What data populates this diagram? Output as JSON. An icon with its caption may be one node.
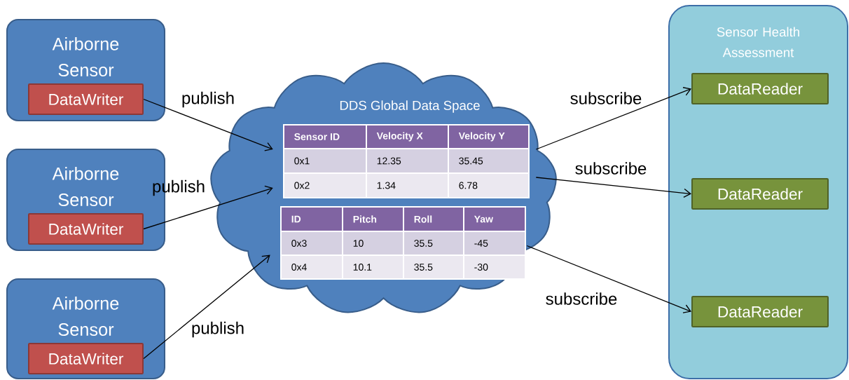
{
  "diagram": {
    "nodes": [
      {
        "text": [
          "Airborne Sensor"
        ]
      },
      {
        "text": [
          "DataWriter"
        ],
        "in": 0
      },
      {
        "text": [
          "Airborne Sensor"
        ]
      },
      {
        "text": [
          "DataWriter"
        ],
        "in": 2
      },
      {
        "text": [
          "Airborne Sensor"
        ]
      },
      {
        "text": [
          "DataWriter"
        ],
        "in": 4
      },
      {
        "text": [
          "DDS Global Data Space"
        ]
      },
      {
        "text": [
          "Sensor ID",
          "Velocity X",
          "Velocity Y",
          "0x1",
          "12.35",
          "35.45",
          "0x2",
          "1.34",
          "6.78"
        ],
        "in": 6
      },
      {
        "text": [
          "ID",
          "Pitch",
          "Roll",
          "Yaw",
          "0x3",
          "10",
          "35.5",
          "-45",
          "0x4",
          "10.1",
          "35.5",
          "-30"
        ],
        "in": 6
      },
      {
        "text": [
          "Sensor Health Assessment"
        ]
      },
      {
        "text": [
          "DataReader"
        ],
        "in": 9
      },
      {
        "text": [
          "DataReader"
        ],
        "in": 9
      },
      {
        "text": [
          "DataReader"
        ],
        "in": 9
      }
    ],
    "edges": [
      {
        "from": 1,
        "to": 7,
        "arrow": "to",
        "label": "publish"
      },
      {
        "from": 3,
        "to": 7,
        "arrow": "to",
        "label": "publish"
      },
      {
        "from": 5,
        "to": 8,
        "arrow": "to",
        "label": "publish"
      },
      {
        "from": 7,
        "to": 10,
        "arrow": "to",
        "label": "subscribe"
      },
      {
        "from": 7,
        "to": 11,
        "arrow": "to",
        "label": "subscribe"
      },
      {
        "from": 8,
        "to": 12,
        "arrow": "to",
        "label": "subscribe"
      }
    ]
  }
}
